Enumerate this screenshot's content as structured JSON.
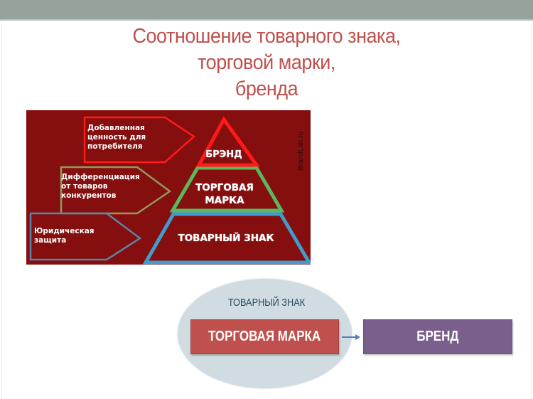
{
  "slide": {
    "title_lines": [
      "Соотношение товарного знака,",
      "торговой марки,",
      "бренда"
    ]
  },
  "pyramid": {
    "tiers": [
      {
        "label": "БРЭНД",
        "color": "#ff1a1a"
      },
      {
        "label_lines": [
          "ТОРГОВАЯ",
          "МАРКА"
        ],
        "color": "#5cb85c"
      },
      {
        "label": "ТОВАРНЫЙ ЗНАК",
        "color": "#3f9ccc"
      }
    ],
    "callouts": [
      {
        "lines": [
          "Добавленная",
          "ценность для",
          "потребителя"
        ],
        "color": "#ff1a1a"
      },
      {
        "lines": [
          "Дифференциация",
          "от товаров",
          "конкурентов"
        ],
        "color": "#8f9a5a"
      },
      {
        "lines": [
          "Юридическая",
          "защита"
        ],
        "color": "#5a86a8"
      }
    ],
    "watermark": "BrandLab.ru",
    "background": "#850e0e"
  },
  "flow": {
    "oval_label": "ТОВАРНЫЙ ЗНАК",
    "left_box": {
      "label": "ТОРГОВАЯ МАРКА",
      "color": "#c0504d"
    },
    "right_box": {
      "label": "БРЕНД",
      "color": "#7a5f8c"
    },
    "arrow_color": "#4f81bd"
  },
  "colors": {
    "title": "#c0504d",
    "topbar": "#96a39c"
  }
}
